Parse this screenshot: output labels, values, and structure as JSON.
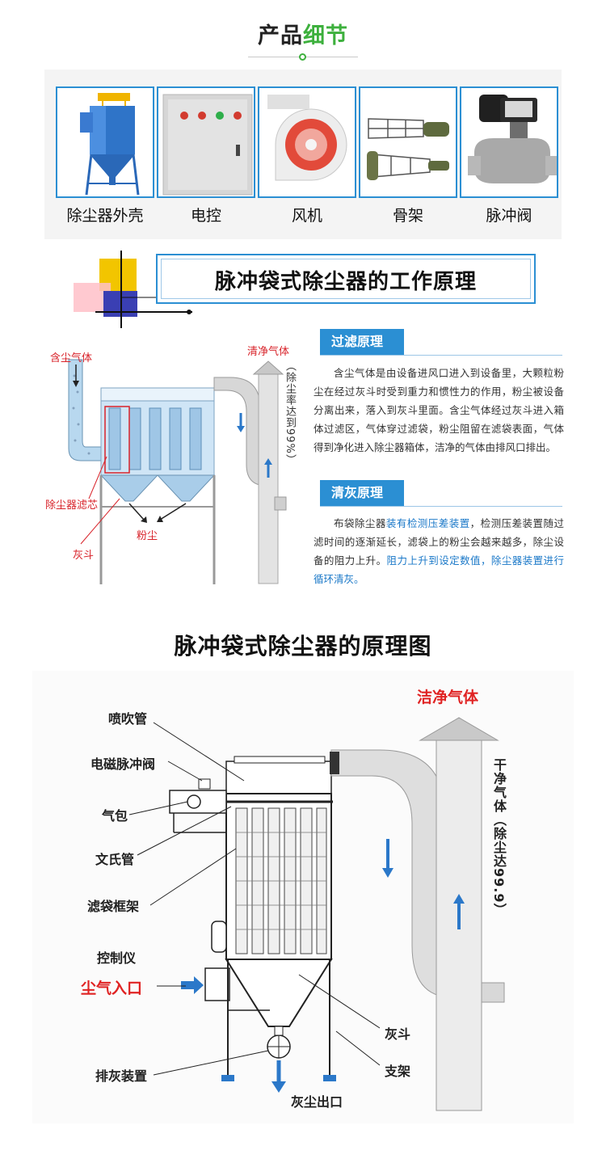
{
  "header": {
    "title_part1": "产品",
    "title_part2": "细节"
  },
  "products": [
    {
      "label": "除尘器外壳",
      "icon": "dust-collector-housing-icon"
    },
    {
      "label": "电控",
      "icon": "electric-control-box-icon"
    },
    {
      "label": "风机",
      "icon": "blower-fan-icon"
    },
    {
      "label": "骨架",
      "icon": "bag-cage-frame-icon"
    },
    {
      "label": "脉冲阀",
      "icon": "pulse-valve-icon"
    }
  ],
  "principle": {
    "title": "脉冲袋式除尘器的工作原理",
    "diagram": {
      "inlet": "含尘气体",
      "outlet": "清净气体",
      "efficiency": "（除尘率达到99%）",
      "filter": "除尘器滤芯",
      "dust": "粉尘",
      "hopper": "灰斗"
    },
    "filter_section": {
      "title": "过滤原理",
      "text": "含尘气体是由设备进风口进入到设备里，大颗粒粉尘在经过灰斗时受到重力和惯性力的作用，粉尘被设备分离出来，落入到灰斗里面。含尘气体经过灰斗进入箱体过滤区，气体穿过滤袋，粉尘阻留在滤袋表面，气体得到净化进入除尘器箱体，洁净的气体由排风口排出。"
    },
    "clean_section": {
      "title": "清灰原理",
      "text_a": "布袋除尘器",
      "text_b": "装有检测压差装置",
      "text_c": "，检测压差装置随过滤时间的逐渐延长，滤袋上的粉尘会越来越多，除尘设备的阻力上升。",
      "text_d": "阻力上升到设定数值，除尘器装置进行循环清灰。"
    }
  },
  "principle_diagram": {
    "title": "脉冲袋式除尘器的原理图",
    "labels": {
      "blow_pipe": "喷吹管",
      "solenoid_valve": "电磁脉冲阀",
      "air_bag": "气包",
      "venturi": "文氏管",
      "bag_frame": "滤袋框架",
      "controller": "控制仪",
      "dust_inlet": "尘气入口",
      "discharge": "排灰装置",
      "clean_gas": "洁净气体",
      "dry_gas": "干净气体（除尘达99.9）",
      "hopper": "灰斗",
      "support": "支架",
      "dust_outlet": "灰尘出口"
    }
  },
  "colors": {
    "accent_blue": "#2b8fd3",
    "green": "#3db03d",
    "red": "#e02323"
  }
}
